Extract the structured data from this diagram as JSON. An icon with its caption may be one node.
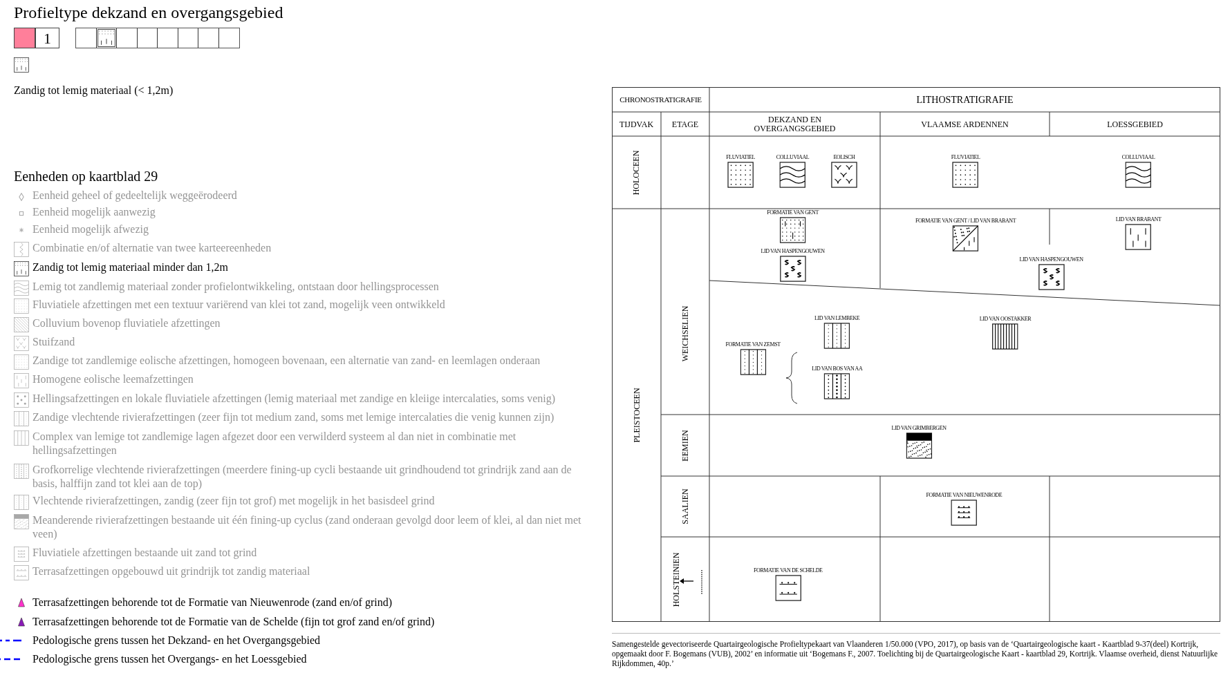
{
  "diagram": {
    "title": "Profieltype dekzand en overgangsgebied",
    "caption": "Samengestelde gevectoriseerde Quartairgeologische Profieltypekaart van Vlaanderen 1/50.000 (VPO, 2017), op basis van de ‘Quartairgeologische kaart - Kaartblad 9-37(deel) Kortrijk, opgemaakt door F. Bogemans (VUB), 2002’ en informatie uit ‘Bogemans F., 2007. Toelichting bij de Quartairgeologische Kaart - kaartblad 29, Kortrijk. Vlaamse overheid, dienst Natuurlijke Rijkdommen, 40p.’",
    "nodes": [
      {
        "text": [
          "FLUVIATIEL"
        ]
      },
      {
        "text": [
          "COLLUVIAAL"
        ]
      },
      {
        "text": [
          "EOLISCH"
        ]
      },
      {
        "text": [
          "FLUVIATIEL"
        ]
      },
      {
        "text": [
          "COLLUVIAAL"
        ]
      },
      {
        "text": [
          "FORMATIE VAN GENT"
        ]
      },
      {
        "text": [
          "LID VAN HASPENGOUWEN"
        ]
      },
      {
        "text": [
          "FORMATIE VAN GENT / LID VAN BRABANT"
        ]
      },
      {
        "text": [
          "LID VAN BRABANT"
        ]
      },
      {
        "text": [
          "LID VAN HASPENGOUWEN"
        ]
      },
      {
        "text": [
          "FORMATIE VAN ZEMST"
        ]
      },
      {
        "text": [
          "LID VAN LEMBEKE"
        ]
      },
      {
        "text": [
          "LID VAN BOS VAN AA"
        ]
      },
      {
        "text": [
          "LID VAN OOSTAKKER"
        ]
      },
      {
        "text": [
          "LID VAN GRIMBERGEN"
        ]
      },
      {
        "text": [
          "FORMATIE VAN NIEUWENRODE"
        ]
      },
      {
        "text": [
          "FORMATIE VAN DE SCHELDE"
        ]
      }
    ],
    "labels": [
      "Eenheden op kaartblad 29",
      "CHRONOSTRATIGRAFIE",
      "LITHOSTRATIGRAFIE",
      "TIJDVAK",
      "ETAGE",
      "DEKZAND EN OVERGANGSGEBIED",
      "VLAAMSE ARDENNEN",
      "LOESSGEBIED",
      "HOLOCEEN",
      "PLEISTOCEEN",
      "WEICHSELIEN",
      "EEMIEN",
      "SAALIEN",
      "HOLSTEINIEN"
    ],
    "legend": [
      {
        "text": "1",
        "color": "#ff7f9a"
      },
      {
        "text": "Zandig tot lemig materiaal (< 1,2m)"
      },
      {
        "text": "Eenheid geheel of gedeeltelijk weggeërodeerd"
      },
      {
        "text": "Eenheid mogelijk aanwezig"
      },
      {
        "text": "Eenheid mogelijk afwezig"
      },
      {
        "text": "Combinatie en/of alternatie van twee karteereenheden"
      },
      {
        "text": "Zandig tot lemig materiaal minder dan 1,2m"
      },
      {
        "text": "Lemig tot zandlemig materiaal zonder profielontwikkeling, ontstaan door hellingsprocessen"
      },
      {
        "text": "Fluviatiele afzettingen met een textuur variërend van klei tot zand, mogelijk veen ontwikkeld"
      },
      {
        "text": "Colluvium bovenop fluviatiele afzettingen"
      },
      {
        "text": "Stuifzand"
      },
      {
        "text": "Zandige tot zandlemige eolische afzettingen, homogeen bovenaan, een alternatie van zand- en leemlagen onderaan"
      },
      {
        "text": "Homogene eolische leemafzettingen"
      },
      {
        "text": "Hellingsafzettingen en lokale fluviatiele afzettingen (lemig materiaal met zandige en kleiige intercalaties, soms venig)"
      },
      {
        "text": "Zandige vlechtende rivierafzettingen (zeer fijn tot medium zand, soms met lemige intercalaties die venig kunnen zijn)"
      },
      {
        "text": "Complex van lemige tot zandlemige lagen afgezet door een verwilderd systeem al dan niet in combinatie met hellingsafzettingen"
      },
      {
        "text": "Grofkorrelige vlechtende rivierafzettingen (meerdere fining-up cycli bestaande uit grindhoudend tot grindrijk zand aan de basis, halffijn zand tot klei aan de top)"
      },
      {
        "text": "Vlechtende rivierafzettingen, zandig (zeer fijn tot grof) met mogelijk in het basisdeel grind"
      },
      {
        "text": "Meanderende rivierafzettingen bestaande uit één fining-up cyclus (zand onderaan gevolgd door leem of klei, al dan niet met veen)"
      },
      {
        "text": "Fluviatiele afzettingen bestaande uit zand tot grind"
      },
      {
        "text": "Terrasafzettingen opgebouwd uit grindrijk tot zandig materiaal"
      },
      {
        "text": "Terrasafzettingen behorende tot de Formatie van Nieuwenrode (zand en/of grind)",
        "color": "#ff33cc"
      },
      {
        "text": "Terrasafzettingen behorende tot de Formatie van de Schelde (fijn tot grof zand en/of grind)",
        "color": "#8a1ab8"
      },
      {
        "text": "Pedologische grens tussen het Dekzand- en het Overgangsgebied"
      },
      {
        "text": "Pedologische grens tussen het Overgangs- en het Loessgebied"
      }
    ]
  }
}
